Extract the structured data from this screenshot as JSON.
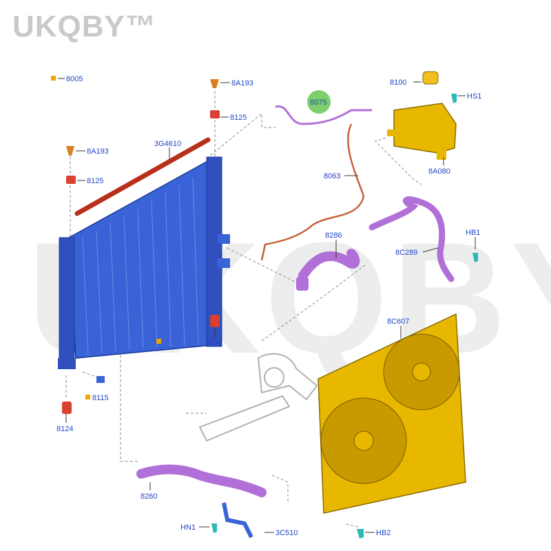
{
  "watermark": {
    "brand": "UKQBY™",
    "background": "UKQBY™"
  },
  "labels": {
    "l8005": "8005",
    "l8a193_top": "8A193",
    "l8125_top": "8125",
    "l8a193_left": "8A193",
    "l8125_left": "8125",
    "l3g4610": "3G4610",
    "l8075": "8075",
    "l8100": "8100",
    "hs1": "HS1",
    "l8a080": "8A080",
    "l8063": "8063",
    "l8286": "8286",
    "l8c289": "8C289",
    "hb1": "HB1",
    "l8c607": "8C607",
    "l8124_mid": "8124",
    "l8115": "8115",
    "l8124_low": "8124",
    "l8260": "8260",
    "hn1": "HN1",
    "l3c510": "3C510",
    "hb2": "HB2"
  },
  "colors": {
    "label": "#1e46c8",
    "radiator": "#3a63d8",
    "bar": "#b8301c",
    "reservoir": "#e8b800",
    "hose_purple": "#b070d8",
    "hose_orange": "#c8603a",
    "highlight": "#7ccf6a",
    "clip": "#d84030",
    "marker": "#f2a500",
    "connector_teal": "#2bb8b8"
  }
}
